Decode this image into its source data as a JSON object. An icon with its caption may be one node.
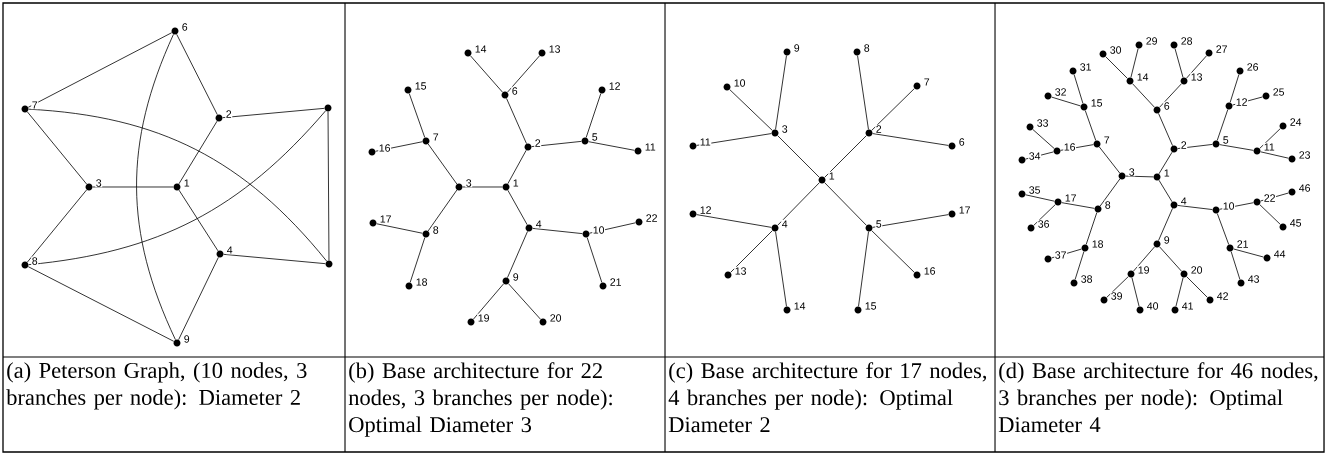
{
  "diagram": {
    "nodes": [
      {
        "text": [],
        "shape": "circle",
        "beside": [
          "6"
        ]
      },
      {
        "text": [],
        "shape": "circle",
        "beside": [
          "7"
        ]
      },
      {
        "text": [],
        "shape": "circle"
      },
      {
        "text": [],
        "shape": "circle",
        "beside": [
          "2"
        ]
      },
      {
        "text": [],
        "shape": "circle",
        "beside": [
          "3"
        ]
      },
      {
        "text": [],
        "shape": "circle",
        "beside": [
          "1"
        ]
      },
      {
        "text": [],
        "shape": "circle",
        "beside": [
          "4"
        ]
      },
      {
        "text": [],
        "shape": "circle"
      },
      {
        "text": [],
        "shape": "circle",
        "beside": [
          "8"
        ]
      },
      {
        "text": [],
        "shape": "circle",
        "beside": [
          "9"
        ]
      },
      {
        "text": [],
        "shape": "circle",
        "beside": [
          "14"
        ]
      },
      {
        "text": [],
        "shape": "circle",
        "beside": [
          "13"
        ]
      },
      {
        "text": [],
        "shape": "circle",
        "beside": [
          "15"
        ]
      },
      {
        "text": [],
        "shape": "circle",
        "beside": [
          "6"
        ]
      },
      {
        "text": [],
        "shape": "circle",
        "beside": [
          "12"
        ]
      },
      {
        "text": [],
        "shape": "circle",
        "beside": [
          "7"
        ]
      },
      {
        "text": [],
        "shape": "circle",
        "beside": [
          "2"
        ]
      },
      {
        "text": [],
        "shape": "circle",
        "beside": [
          "5"
        ]
      },
      {
        "text": [],
        "shape": "circle",
        "beside": [
          "16"
        ]
      },
      {
        "text": [],
        "shape": "circle",
        "beside": [
          "11"
        ]
      },
      {
        "text": [],
        "shape": "circle",
        "beside": [
          "3"
        ]
      },
      {
        "text": [],
        "shape": "circle",
        "beside": [
          "1"
        ]
      },
      {
        "text": [],
        "shape": "circle",
        "beside": [
          "17"
        ]
      },
      {
        "text": [],
        "shape": "circle",
        "beside": [
          "8"
        ]
      },
      {
        "text": [],
        "shape": "circle",
        "beside": [
          "4"
        ]
      },
      {
        "text": [],
        "shape": "circle",
        "beside": [
          "10"
        ]
      },
      {
        "text": [],
        "shape": "circle",
        "beside": [
          "22"
        ]
      },
      {
        "text": [],
        "shape": "circle",
        "beside": [
          "18"
        ]
      },
      {
        "text": [],
        "shape": "circle",
        "beside": [
          "9"
        ]
      },
      {
        "text": [],
        "shape": "circle",
        "beside": [
          "21"
        ]
      },
      {
        "text": [],
        "shape": "circle",
        "beside": [
          "19"
        ]
      },
      {
        "text": [],
        "shape": "circle",
        "beside": [
          "20"
        ]
      },
      {
        "text": [],
        "shape": "circle",
        "beside": [
          "9"
        ]
      },
      {
        "text": [],
        "shape": "circle",
        "beside": [
          "8"
        ]
      },
      {
        "text": [],
        "shape": "circle",
        "beside": [
          "10"
        ]
      },
      {
        "text": [],
        "shape": "circle",
        "beside": [
          "7"
        ]
      },
      {
        "text": [],
        "shape": "circle",
        "beside": [
          "3"
        ]
      },
      {
        "text": [],
        "shape": "circle",
        "beside": [
          "2"
        ]
      },
      {
        "text": [],
        "shape": "circle",
        "beside": [
          "11"
        ]
      },
      {
        "text": [],
        "shape": "circle",
        "beside": [
          "6"
        ]
      },
      {
        "text": [],
        "shape": "circle",
        "beside": [
          "1"
        ]
      },
      {
        "text": [],
        "shape": "circle",
        "beside": [
          "12"
        ]
      },
      {
        "text": [],
        "shape": "circle",
        "beside": [
          "17"
        ]
      },
      {
        "text": [],
        "shape": "circle",
        "beside": [
          "4"
        ]
      },
      {
        "text": [],
        "shape": "circle",
        "beside": [
          "5"
        ]
      },
      {
        "text": [],
        "shape": "circle",
        "beside": [
          "13"
        ]
      },
      {
        "text": [],
        "shape": "circle",
        "beside": [
          "16"
        ]
      },
      {
        "text": [],
        "shape": "circle",
        "beside": [
          "14"
        ]
      },
      {
        "text": [],
        "shape": "circle",
        "beside": [
          "15"
        ]
      },
      {
        "text": [],
        "shape": "circle",
        "beside": [
          "29"
        ]
      },
      {
        "text": [],
        "shape": "circle",
        "beside": [
          "28"
        ]
      },
      {
        "text": [],
        "shape": "circle",
        "beside": [
          "27"
        ]
      },
      {
        "text": [],
        "shape": "circle",
        "beside": [
          "30"
        ]
      },
      {
        "text": [],
        "shape": "circle",
        "beside": [
          "31"
        ]
      },
      {
        "text": [],
        "shape": "circle",
        "beside": [
          "26"
        ]
      },
      {
        "text": [],
        "shape": "circle",
        "beside": [
          "14"
        ]
      },
      {
        "text": [],
        "shape": "circle",
        "beside": [
          "13"
        ]
      },
      {
        "text": [],
        "shape": "circle",
        "beside": [
          "32"
        ]
      },
      {
        "text": [],
        "shape": "circle",
        "beside": [
          "25"
        ]
      },
      {
        "text": [],
        "shape": "circle",
        "beside": [
          "15"
        ]
      },
      {
        "text": [],
        "shape": "circle",
        "beside": [
          "12"
        ]
      },
      {
        "text": [],
        "shape": "circle",
        "beside": [
          "6"
        ]
      },
      {
        "text": [],
        "shape": "circle",
        "beside": [
          "33"
        ]
      },
      {
        "text": [],
        "shape": "circle",
        "beside": [
          "24"
        ]
      },
      {
        "text": [],
        "shape": "circle",
        "beside": [
          "7"
        ]
      },
      {
        "text": [],
        "shape": "circle",
        "beside": [
          "5"
        ]
      },
      {
        "text": [],
        "shape": "circle",
        "beside": [
          "2"
        ]
      },
      {
        "text": [],
        "shape": "circle",
        "beside": [
          "16"
        ]
      },
      {
        "text": [],
        "shape": "circle",
        "beside": [
          "11"
        ]
      },
      {
        "text": [],
        "shape": "circle",
        "beside": [
          "34"
        ]
      },
      {
        "text": [],
        "shape": "circle",
        "beside": [
          "23"
        ]
      },
      {
        "text": [],
        "shape": "circle",
        "beside": [
          "3"
        ]
      },
      {
        "text": [],
        "shape": "circle",
        "beside": [
          "1"
        ]
      },
      {
        "text": [],
        "shape": "circle",
        "beside": [
          "46"
        ]
      },
      {
        "text": [],
        "shape": "circle",
        "beside": [
          "35"
        ]
      },
      {
        "text": [],
        "shape": "circle",
        "beside": [
          "17"
        ]
      },
      {
        "text": [],
        "shape": "circle",
        "beside": [
          "22"
        ]
      },
      {
        "text": [],
        "shape": "circle",
        "beside": [
          "4"
        ]
      },
      {
        "text": [],
        "shape": "circle",
        "beside": [
          "8"
        ]
      },
      {
        "text": [],
        "shape": "circle",
        "beside": [
          "10"
        ]
      },
      {
        "text": [],
        "shape": "circle",
        "beside": [
          "45"
        ]
      },
      {
        "text": [],
        "shape": "circle",
        "beside": [
          "36"
        ]
      },
      {
        "text": [],
        "shape": "circle",
        "beside": [
          "9"
        ]
      },
      {
        "text": [],
        "shape": "circle",
        "beside": [
          "18"
        ]
      },
      {
        "text": [],
        "shape": "circle",
        "beside": [
          "21"
        ]
      },
      {
        "text": [],
        "shape": "circle",
        "beside": [
          "44"
        ]
      },
      {
        "text": [],
        "shape": "circle",
        "beside": [
          "37"
        ]
      },
      {
        "text": [],
        "shape": "circle",
        "beside": [
          "19"
        ]
      },
      {
        "text": [],
        "shape": "circle",
        "beside": [
          "20"
        ]
      },
      {
        "text": [],
        "shape": "circle",
        "beside": [
          "38"
        ]
      },
      {
        "text": [],
        "shape": "circle",
        "beside": [
          "43"
        ]
      },
      {
        "text": [],
        "shape": "circle",
        "beside": [
          "39"
        ]
      },
      {
        "text": [],
        "shape": "circle",
        "beside": [
          "42"
        ]
      },
      {
        "text": [],
        "shape": "circle",
        "beside": [
          "40"
        ]
      },
      {
        "text": [],
        "shape": "circle",
        "beside": [
          "41"
        ]
      }
    ],
    "edges": [
      {
        "from": 0,
        "to": 1,
        "arrow": "none"
      },
      {
        "from": 0,
        "to": 3,
        "arrow": "none"
      },
      {
        "from": 0,
        "to": 9,
        "arrow": "none"
      },
      {
        "from": 1,
        "to": 4,
        "arrow": "none"
      },
      {
        "from": 1,
        "to": 7,
        "arrow": "none"
      },
      {
        "from": 3,
        "to": 5,
        "arrow": "none"
      },
      {
        "from": 3,
        "to": 2,
        "arrow": "none"
      },
      {
        "from": 2,
        "to": 7,
        "arrow": "none"
      },
      {
        "from": 2,
        "to": 8,
        "arrow": "none"
      },
      {
        "from": 4,
        "to": 5,
        "arrow": "none"
      },
      {
        "from": 4,
        "to": 8,
        "arrow": "none"
      },
      {
        "from": 5,
        "to": 6,
        "arrow": "none"
      },
      {
        "from": 6,
        "to": 7,
        "arrow": "none"
      },
      {
        "from": 6,
        "to": 9,
        "arrow": "none"
      },
      {
        "from": 8,
        "to": 9,
        "arrow": "none"
      },
      {
        "from": 21,
        "to": 16,
        "arrow": "none"
      },
      {
        "from": 21,
        "to": 20,
        "arrow": "none"
      },
      {
        "from": 21,
        "to": 24,
        "arrow": "none"
      },
      {
        "from": 16,
        "to": 13,
        "arrow": "none"
      },
      {
        "from": 16,
        "to": 17,
        "arrow": "none"
      },
      {
        "from": 20,
        "to": 15,
        "arrow": "none"
      },
      {
        "from": 20,
        "to": 23,
        "arrow": "none"
      },
      {
        "from": 24,
        "to": 28,
        "arrow": "none"
      },
      {
        "from": 24,
        "to": 25,
        "arrow": "none"
      },
      {
        "from": 13,
        "to": 10,
        "arrow": "none"
      },
      {
        "from": 13,
        "to": 11,
        "arrow": "none"
      },
      {
        "from": 17,
        "to": 14,
        "arrow": "none"
      },
      {
        "from": 17,
        "to": 19,
        "arrow": "none"
      },
      {
        "from": 15,
        "to": 12,
        "arrow": "none"
      },
      {
        "from": 15,
        "to": 18,
        "arrow": "none"
      },
      {
        "from": 23,
        "to": 22,
        "arrow": "none"
      },
      {
        "from": 23,
        "to": 27,
        "arrow": "none"
      },
      {
        "from": 28,
        "to": 30,
        "arrow": "none"
      },
      {
        "from": 28,
        "to": 31,
        "arrow": "none"
      },
      {
        "from": 25,
        "to": 26,
        "arrow": "none"
      },
      {
        "from": 25,
        "to": 29,
        "arrow": "none"
      },
      {
        "from": 40,
        "to": 37,
        "arrow": "none"
      },
      {
        "from": 40,
        "to": 36,
        "arrow": "none"
      },
      {
        "from": 40,
        "to": 43,
        "arrow": "none"
      },
      {
        "from": 40,
        "to": 44,
        "arrow": "none"
      },
      {
        "from": 37,
        "to": 33,
        "arrow": "none"
      },
      {
        "from": 37,
        "to": 35,
        "arrow": "none"
      },
      {
        "from": 37,
        "to": 39,
        "arrow": "none"
      },
      {
        "from": 36,
        "to": 32,
        "arrow": "none"
      },
      {
        "from": 36,
        "to": 34,
        "arrow": "none"
      },
      {
        "from": 36,
        "to": 38,
        "arrow": "none"
      },
      {
        "from": 43,
        "to": 41,
        "arrow": "none"
      },
      {
        "from": 43,
        "to": 45,
        "arrow": "none"
      },
      {
        "from": 43,
        "to": 47,
        "arrow": "none"
      },
      {
        "from": 44,
        "to": 42,
        "arrow": "none"
      },
      {
        "from": 44,
        "to": 46,
        "arrow": "none"
      },
      {
        "from": 44,
        "to": 48,
        "arrow": "none"
      },
      {
        "from": 72,
        "to": 66,
        "arrow": "none"
      },
      {
        "from": 72,
        "to": 71,
        "arrow": "none"
      },
      {
        "from": 72,
        "to": 77,
        "arrow": "none"
      },
      {
        "from": 66,
        "to": 61,
        "arrow": "none"
      },
      {
        "from": 66,
        "to": 65,
        "arrow": "none"
      },
      {
        "from": 71,
        "to": 64,
        "arrow": "none"
      },
      {
        "from": 71,
        "to": 78,
        "arrow": "none"
      },
      {
        "from": 77,
        "to": 82,
        "arrow": "none"
      },
      {
        "from": 77,
        "to": 79,
        "arrow": "none"
      },
      {
        "from": 65,
        "to": 60,
        "arrow": "none"
      },
      {
        "from": 65,
        "to": 68,
        "arrow": "none"
      },
      {
        "from": 61,
        "to": 55,
        "arrow": "none"
      },
      {
        "from": 61,
        "to": 56,
        "arrow": "none"
      },
      {
        "from": 64,
        "to": 59,
        "arrow": "none"
      },
      {
        "from": 64,
        "to": 67,
        "arrow": "none"
      },
      {
        "from": 78,
        "to": 75,
        "arrow": "none"
      },
      {
        "from": 78,
        "to": 83,
        "arrow": "none"
      },
      {
        "from": 82,
        "to": 87,
        "arrow": "none"
      },
      {
        "from": 82,
        "to": 88,
        "arrow": "none"
      },
      {
        "from": 79,
        "to": 84,
        "arrow": "none"
      },
      {
        "from": 79,
        "to": 76,
        "arrow": "none"
      },
      {
        "from": 68,
        "to": 63,
        "arrow": "none"
      },
      {
        "from": 68,
        "to": 70,
        "arrow": "none"
      },
      {
        "from": 60,
        "to": 54,
        "arrow": "none"
      },
      {
        "from": 60,
        "to": 58,
        "arrow": "none"
      },
      {
        "from": 56,
        "to": 50,
        "arrow": "none"
      },
      {
        "from": 56,
        "to": 51,
        "arrow": "none"
      },
      {
        "from": 55,
        "to": 52,
        "arrow": "none"
      },
      {
        "from": 55,
        "to": 49,
        "arrow": "none"
      },
      {
        "from": 59,
        "to": 57,
        "arrow": "none"
      },
      {
        "from": 59,
        "to": 53,
        "arrow": "none"
      },
      {
        "from": 67,
        "to": 69,
        "arrow": "none"
      },
      {
        "from": 67,
        "to": 62,
        "arrow": "none"
      },
      {
        "from": 75,
        "to": 74,
        "arrow": "none"
      },
      {
        "from": 75,
        "to": 81,
        "arrow": "none"
      },
      {
        "from": 83,
        "to": 86,
        "arrow": "none"
      },
      {
        "from": 83,
        "to": 89,
        "arrow": "none"
      },
      {
        "from": 87,
        "to": 91,
        "arrow": "none"
      },
      {
        "from": 87,
        "to": 93,
        "arrow": "none"
      },
      {
        "from": 88,
        "to": 94,
        "arrow": "none"
      },
      {
        "from": 88,
        "to": 92,
        "arrow": "none"
      },
      {
        "from": 84,
        "to": 85,
        "arrow": "none"
      },
      {
        "from": 84,
        "to": 90,
        "arrow": "none"
      },
      {
        "from": 76,
        "to": 73,
        "arrow": "none"
      },
      {
        "from": 76,
        "to": 80,
        "arrow": "none"
      }
    ],
    "labels": [
      "(a) Peterson Graph, (10 nodes, 3 branches per node): Diameter 2",
      "(b) Base architecture for 22 nodes, 3 branches per node): Optimal Diameter 3",
      "(c) Base architecture for 17 nodes, 4 branches per node): Optimal Diameter 2",
      "(d) Base architecture for 46 nodes, 3 branches per node): Optimal Diameter 4"
    ]
  }
}
